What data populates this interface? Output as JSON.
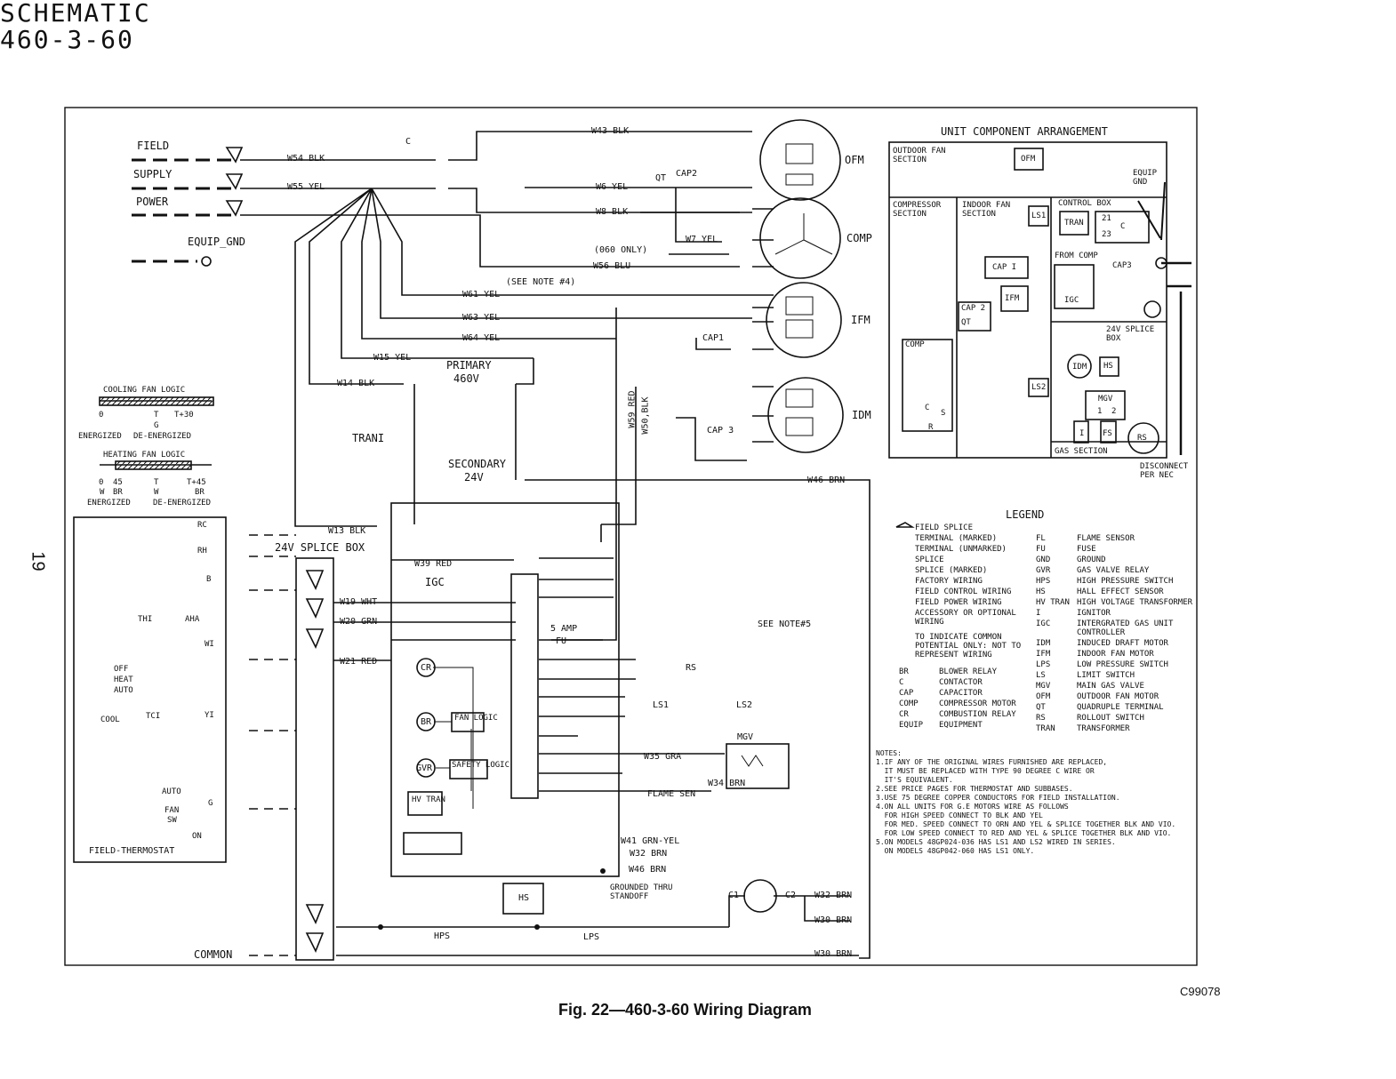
{
  "page": {
    "number": "19",
    "figure_caption": "Fig. 22—460-3-60 Wiring Diagram",
    "code": "C99078"
  },
  "schematic": {
    "title": "SCHEMATIC",
    "voltage": "460-3-60"
  },
  "field": {
    "supply_labels": [
      "FIELD",
      "SUPPLY",
      "POWER"
    ],
    "equip_gnd": "EQUIP_GND"
  },
  "wires": {
    "w54": "W54 BLK",
    "w55": "W55 YEL",
    "w43": "W43 BLK",
    "w6": "W6 YEL",
    "w8": "W8 BLK",
    "w7": "W7 YEL",
    "w56": "W56 BLU",
    "w61": "W61 YEL",
    "w63": "W63 YEL",
    "w64": "W64 YEL",
    "w15": "W15 YEL",
    "w14": "W14 BLK",
    "w13": "W13 BLK",
    "w39": "W39 RED",
    "w19": "W19 WHT",
    "w20": "W20 GRN",
    "w21": "W21 RED",
    "w35": "W35 GRA",
    "w34": "W34 BRN",
    "w41": "W41 GRN-YEL",
    "w32": "W32 BRN",
    "w46": "W46 BRN",
    "w30": "W30 BRN",
    "w59": "W59 RED",
    "w50": "W50,BLK"
  },
  "components": {
    "ofm": "OFM",
    "comp": "COMP",
    "ifm": "IFM",
    "idm": "IDM",
    "c": "C",
    "qt": "QT",
    "cap1": "CAP1",
    "cap2": "CAP2",
    "cap3": "CAP 3",
    "primary": "PRIMARY",
    "primary_v": "460V",
    "tran": "TRANI",
    "secondary": "SECONDARY",
    "secondary_v": "24V",
    "splice_box": "24V SPLICE BOX",
    "igc": "IGC",
    "mgv": "MGV",
    "hs": "HS",
    "hv_tran": "HV TRAN",
    "cr": "CR",
    "br": "BR",
    "gvr": "GVR",
    "see_note4": "(SEE NOTE #4)",
    "see_note5": "SEE NOTE#5",
    "only060": "(060 ONLY)",
    "fan_logic": "FAN LOGIC",
    "safety_logic": "SAFETY LOGIC",
    "amp": "5 AMP",
    "fu": "FU",
    "rs": "RS",
    "ls1": "LS1",
    "ls2": "LS2",
    "flame": "FLAME SEN",
    "hps": "HPS",
    "lps": "LPS",
    "c1": "C1",
    "c2": "C2",
    "common": "COMMON",
    "grounded": "GROUNDED THRU STANDOFF"
  },
  "thermostat": {
    "title": "FIELD-THERMOSTAT",
    "rc": "RC",
    "rh": "RH",
    "b": "B",
    "thi": "THI",
    "aha": "AHA",
    "wi": "WI",
    "off": "OFF",
    "heat": "HEAT",
    "auto": "AUTO",
    "cool": "COOL",
    "tci": "TCI",
    "yi": "YI",
    "fan": "FAN",
    "sw": "SW",
    "on": "ON",
    "g": "G"
  },
  "logic": {
    "cooling": "COOLING FAN LOGIC",
    "heating": "HEATING FAN LOGIC",
    "cool_ticks": [
      "0",
      "T",
      "T+30"
    ],
    "cool_sub": [
      "G",
      "ENERGIZED",
      "DE-ENERGIZED"
    ],
    "heat_ticks": [
      "0",
      "45",
      "T",
      "T+45"
    ],
    "heat_sub": [
      "W",
      "BR",
      "W",
      "BR",
      "ENERGIZED",
      "DE-ENERGIZED"
    ]
  },
  "arrangement": {
    "title": "UNIT COMPONENT ARRANGEMENT",
    "sections": [
      "OUTDOOR FAN SECTION",
      "COMPRESSOR SECTION",
      "INDOOR FAN SECTION",
      "CONTROL BOX",
      "24V SPLICE BOX",
      "GAS SECTION"
    ],
    "labels": [
      "OFM",
      "LS1",
      "TRAN",
      "21",
      "23",
      "C",
      "CAP I",
      "IFM",
      "CAP 2",
      "QT",
      "IGC",
      "FROM COMP",
      "CAP3",
      "COMP",
      "C",
      "S",
      "R",
      "LS2",
      "IDM",
      "HS",
      "MGV",
      "1",
      "2",
      "I",
      "FS",
      "RS"
    ],
    "equip": "EQUIP GND",
    "disconnect": "DISCONNECT PER NEC"
  },
  "legend": {
    "title": "LEGEND",
    "symbols": [
      "FIELD SPLICE",
      "TERMINAL (MARKED)",
      "TERMINAL (UNMARKED)",
      "SPLICE",
      "SPLICE (MARKED)",
      "FACTORY WIRING",
      "FIELD CONTROL WIRING",
      "FIELD POWER WIRING",
      "ACCESSORY OR OPTIONAL WIRING",
      "TO INDICATE COMMON POTENTIAL ONLY: NOT TO REPRESENT WIRING"
    ],
    "abbr": [
      [
        "BR",
        "BLOWER RELAY"
      ],
      [
        "C",
        "CONTACTOR"
      ],
      [
        "CAP",
        "CAPACITOR"
      ],
      [
        "COMP",
        "COMPRESSOR MOTOR"
      ],
      [
        "CR",
        "COMBUSTION RELAY"
      ],
      [
        "EQUIP",
        "EQUIPMENT"
      ],
      [
        "FL",
        "FLAME SENSOR"
      ],
      [
        "FU",
        "FUSE"
      ],
      [
        "GND",
        "GROUND"
      ],
      [
        "GVR",
        "GAS VALVE RELAY"
      ],
      [
        "HPS",
        "HIGH PRESSURE SWITCH"
      ],
      [
        "HS",
        "HALL EFFECT SENSOR"
      ],
      [
        "HV TRAN",
        "HIGH VOLTAGE TRANSFORMER"
      ],
      [
        "I",
        "IGNITOR"
      ],
      [
        "IGC",
        "INTERGRATED GAS UNIT CONTROLLER"
      ],
      [
        "IDM",
        "INDUCED DRAFT MOTOR"
      ],
      [
        "IFM",
        "INDOOR FAN MOTOR"
      ],
      [
        "LPS",
        "LOW PRESSURE SWITCH"
      ],
      [
        "LS",
        "LIMIT SWITCH"
      ],
      [
        "MGV",
        "MAIN GAS VALVE"
      ],
      [
        "OFM",
        "OUTDOOR FAN MOTOR"
      ],
      [
        "QT",
        "QUADRUPLE TERMINAL"
      ],
      [
        "RS",
        "ROLLOUT SWITCH"
      ],
      [
        "TRAN",
        "TRANSFORMER"
      ]
    ]
  },
  "notes": {
    "title": "NOTES:",
    "lines": [
      "1.IF ANY OF THE ORIGINAL WIRES FURNISHED ARE REPLACED,",
      "  IT MUST BE REPLACED WITH TYPE 90 DEGREE C WIRE OR",
      "  IT'S EQUIVALENT.",
      "2.SEE PRICE PAGES FOR THERMOSTAT AND SUBBASES.",
      "3.USE 75 DEGREE COPPER CONDUCTORS FOR FIELD INSTALLATION.",
      "4.ON ALL UNITS FOR G.E MOTORS WIRE AS FOLLOWS",
      "  FOR HIGH SPEED CONNECT TO BLK AND YEL",
      "  FOR MED. SPEED CONNECT TO ORN AND YEL & SPLICE TOGETHER BLK AND VIO.",
      "  FOR LOW SPEED CONNECT TO RED AND YEL & SPLICE TOGETHER BLK AND VIO.",
      "5.ON MODELS 48GP024-036 HAS LS1 AND LS2 WIRED IN SERIES.",
      "  ON MODELS 48GP042-060 HAS LS1 ONLY."
    ]
  }
}
